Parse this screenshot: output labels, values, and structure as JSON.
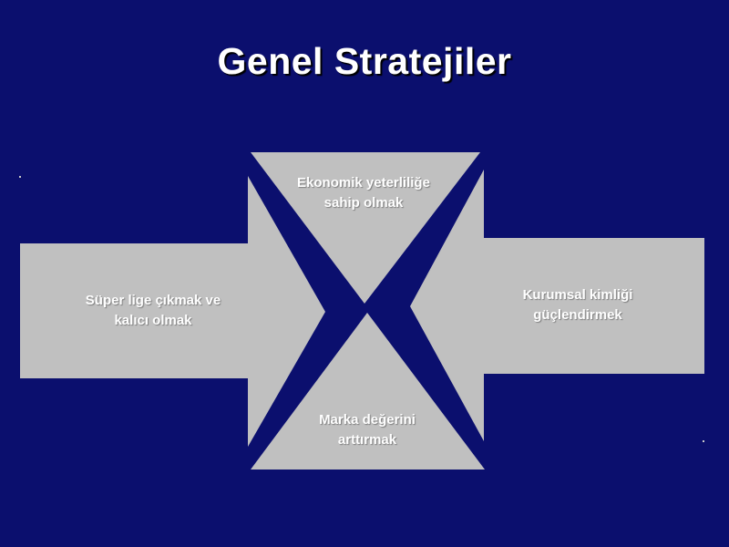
{
  "slide": {
    "title": "Genel Stratejiler",
    "background_color": "#0b0f6e",
    "shape_color": "#c0c0c0"
  },
  "diagram": {
    "left_arrow": {
      "line1": "Süper lige çıkmak ve",
      "line2": "kalıcı olmak"
    },
    "top_triangle": {
      "line1": "Ekonomik yeterliliğe",
      "line2": "sahip olmak"
    },
    "right_arrow": {
      "line1": "Kurumsal kimliği",
      "line2": "güçlendirmek"
    },
    "bottom_triangle": {
      "line1": "Marka değerini",
      "line2": "arttırmak"
    }
  }
}
